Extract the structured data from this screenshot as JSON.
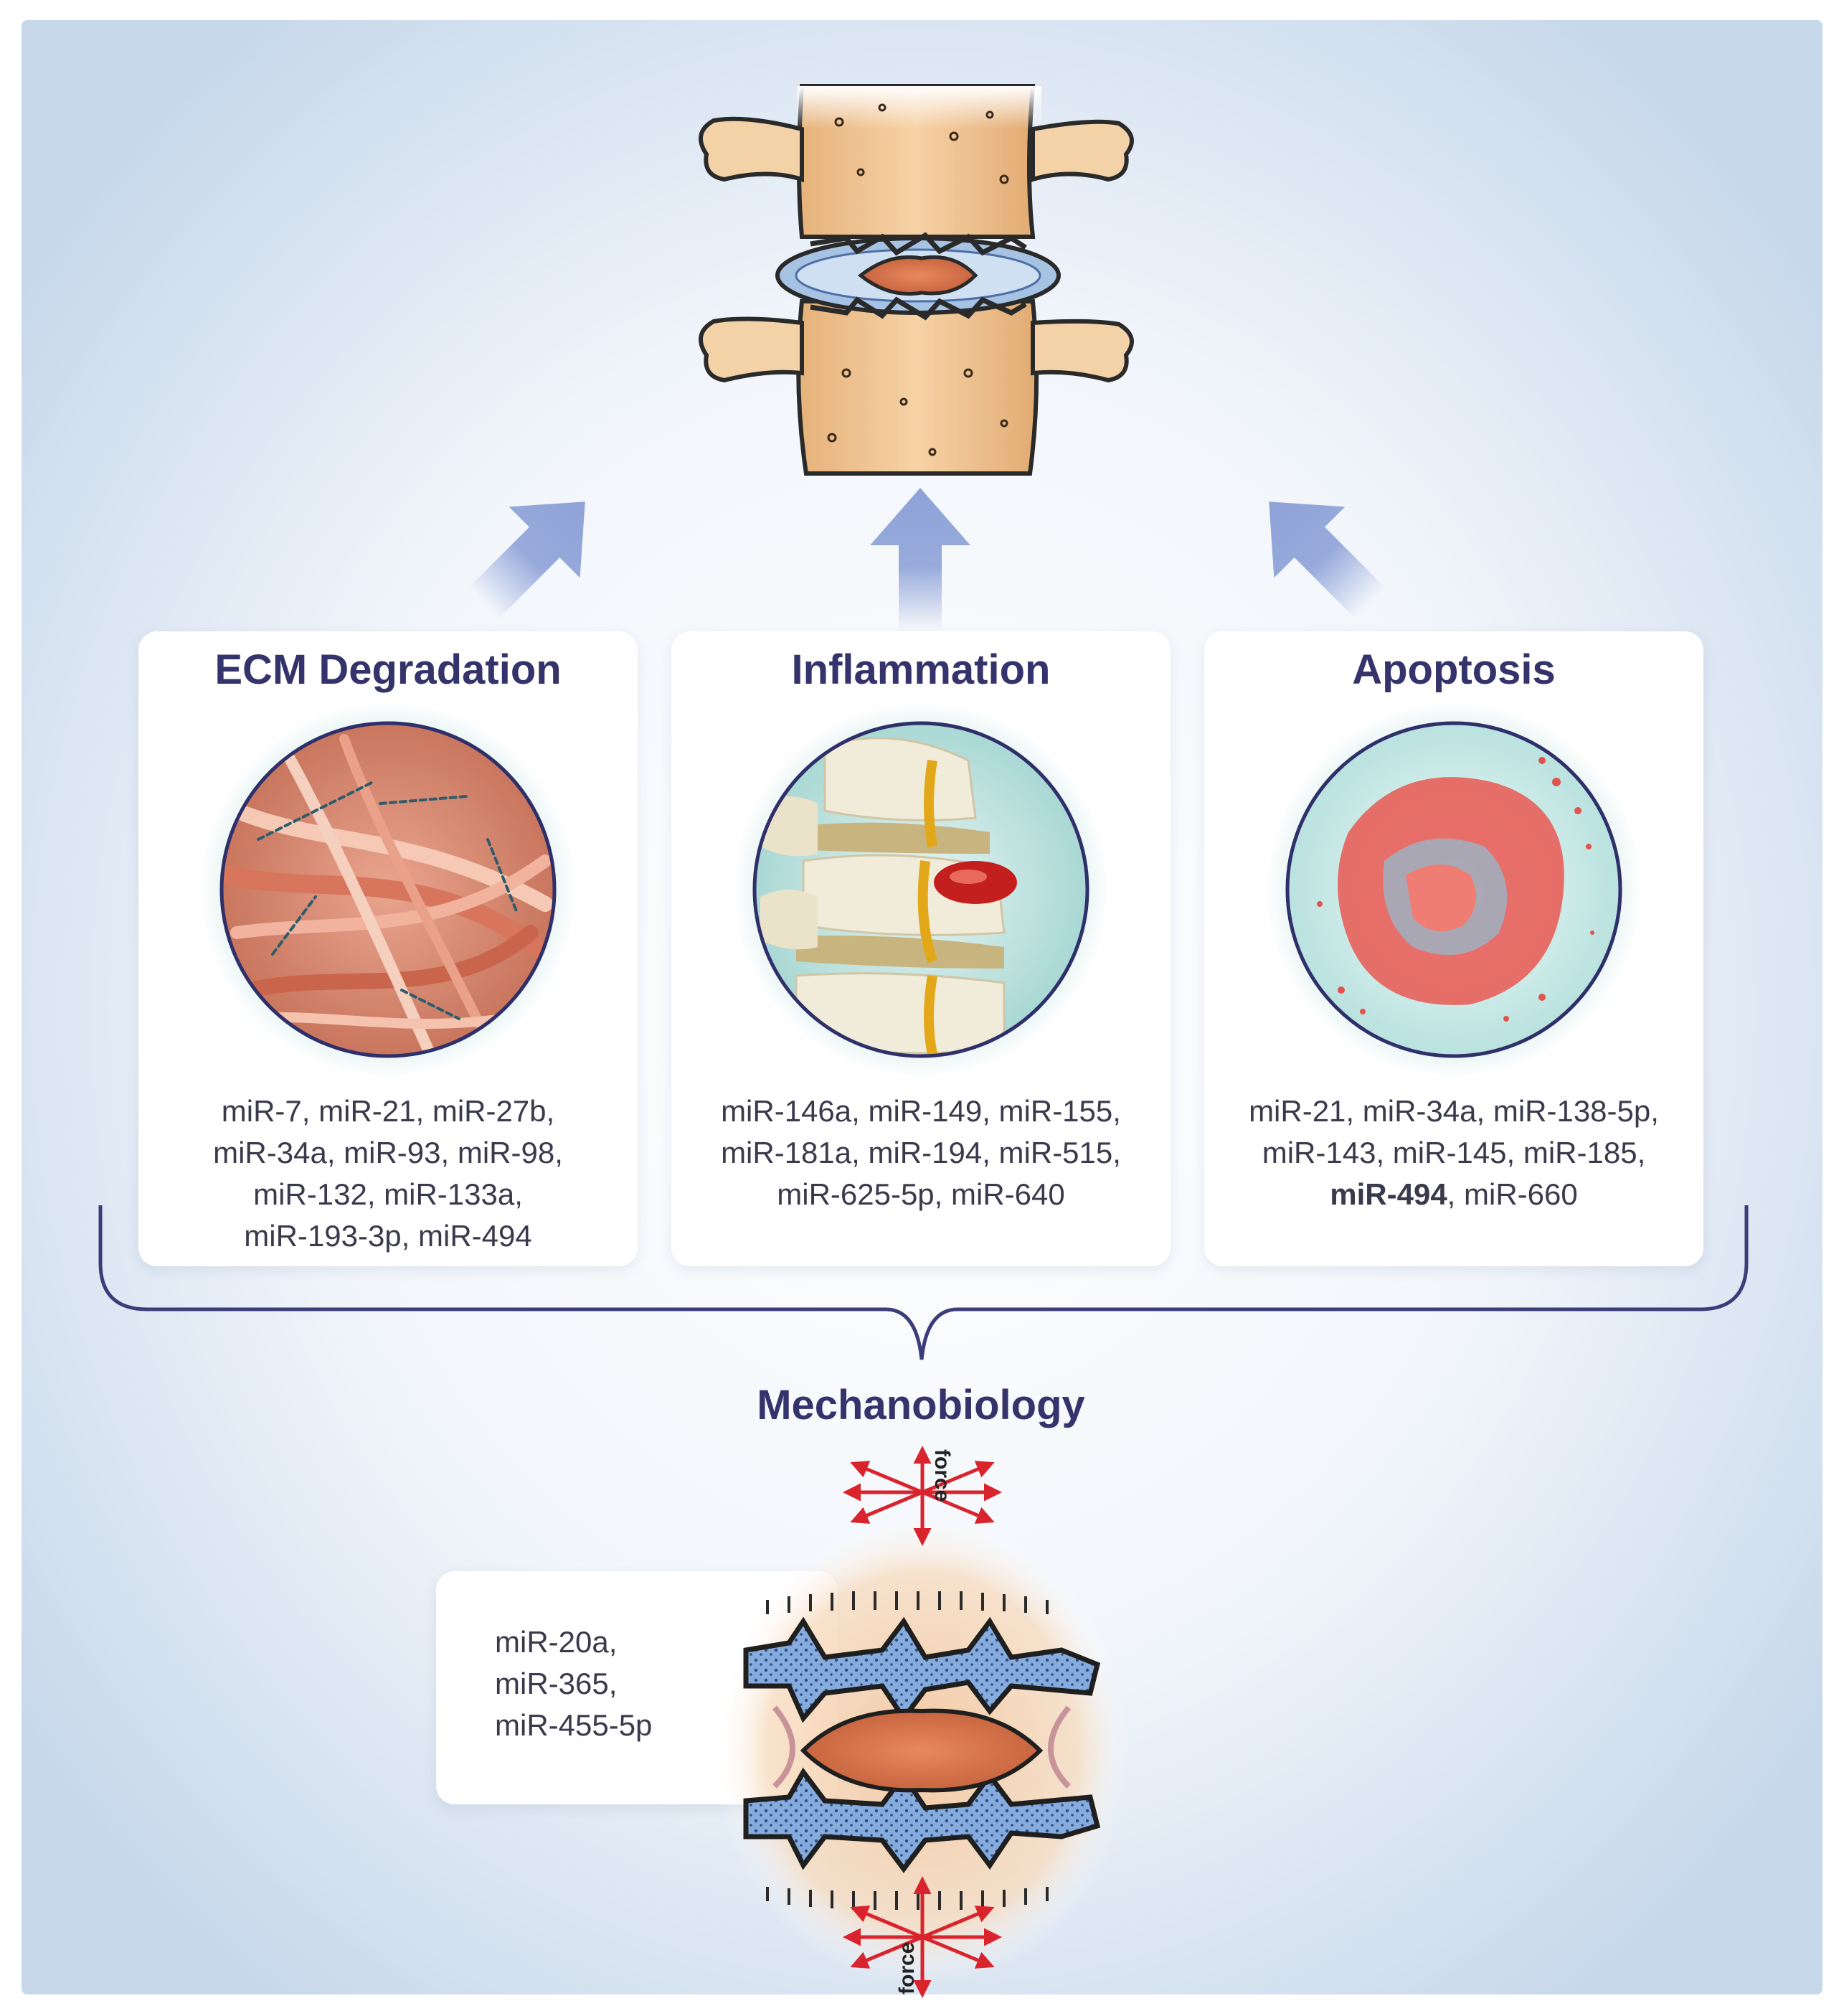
{
  "colors": {
    "heading": "#34336b",
    "arrow": "#8ea2d8",
    "bracket": "#3b3d78",
    "background_tint": "#c9d9ec",
    "bone": "#f2c795",
    "disc_blue": "#7fa5d8",
    "nucleus": "#d97a52",
    "force_arrow": "#d9232d"
  },
  "icons": {
    "spine": "spine-segment-icon",
    "ecm": "collagen-fibers-icon",
    "inflammation": "herniated-disc-icon",
    "apoptosis": "apoptotic-cell-icon",
    "mechanobiology": "disc-under-load-icon"
  },
  "panels": [
    {
      "id": "ecm",
      "heading": "ECM Degradation",
      "mirna": [
        "miR-7",
        "miR-21",
        "miR-27b",
        "miR-34a",
        "miR-93",
        "miR-98",
        "miR-132",
        "miR-133a",
        "miR-193-3p",
        "miR-494"
      ]
    },
    {
      "id": "inflammation",
      "heading": "Inflammation",
      "mirna": [
        "miR-146a",
        "miR-149",
        "miR-155",
        "miR-181a",
        "miR-194",
        "miR-515",
        "miR-625-5p",
        "miR-640"
      ]
    },
    {
      "id": "apoptosis",
      "heading": "Apoptosis",
      "mirna": [
        "miR-21",
        "miR-34a",
        "miR-138-5p",
        "miR-143",
        "miR-145",
        "miR-185",
        "miR-494",
        "miR-660"
      ]
    }
  ],
  "mechanobiology": {
    "heading": "Mechanobiology",
    "mirna": [
      "miR-20a",
      "miR-365",
      "miR-455-5p"
    ],
    "force_label_top": "force",
    "force_label_bottom": "force"
  }
}
